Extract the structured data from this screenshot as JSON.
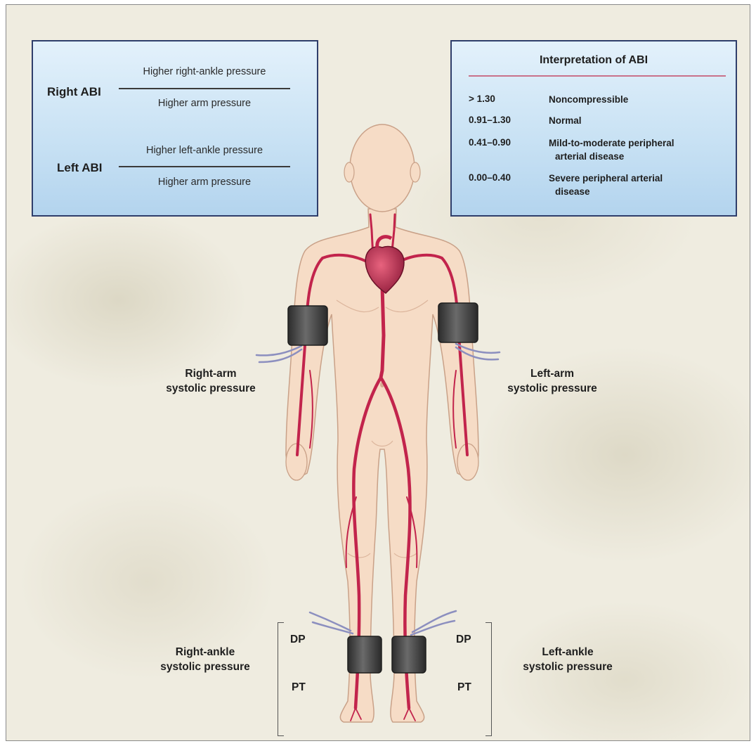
{
  "formula": {
    "right_abi": {
      "label": "Right ABI",
      "numerator": "Higher right-ankle pressure",
      "denominator": "Higher arm pressure"
    },
    "left_abi": {
      "label": "Left ABI",
      "numerator": "Higher left-ankle pressure",
      "denominator": "Higher arm pressure"
    }
  },
  "interpretation": {
    "title": "Interpretation of ABI",
    "rows": [
      {
        "range": "> 1.30",
        "desc_line1": "Noncompressible",
        "desc_line2": ""
      },
      {
        "range": "0.91–1.30",
        "desc_line1": "Normal",
        "desc_line2": ""
      },
      {
        "range": "0.41–0.90",
        "desc_line1": "Mild-to-moderate peripheral",
        "desc_line2": "arterial disease"
      },
      {
        "range": "0.00–0.40",
        "desc_line1": "Severe peripheral arterial",
        "desc_line2": "disease"
      }
    ]
  },
  "measurement_sites": {
    "right_arm": {
      "line1": "Right-arm",
      "line2": "systolic pressure"
    },
    "left_arm": {
      "line1": "Left-arm",
      "line2": "systolic pressure"
    },
    "right_ankle": {
      "line1": "Right-ankle",
      "line2": "systolic pressure"
    },
    "left_ankle": {
      "line1": "Left-ankle",
      "line2": "systolic pressure"
    },
    "right_pulses": {
      "top": "DP",
      "bottom": "PT"
    },
    "left_pulses": {
      "top": "DP",
      "bottom": "PT"
    }
  },
  "colors": {
    "box_border": "#2f3e6b",
    "box_fill": "#c9e2f4",
    "skin": "#f6dcc6",
    "artery": "#c2244c",
    "cuff": "#3f3f3f",
    "tube": "#8c8fbf",
    "background": "#efece0"
  }
}
